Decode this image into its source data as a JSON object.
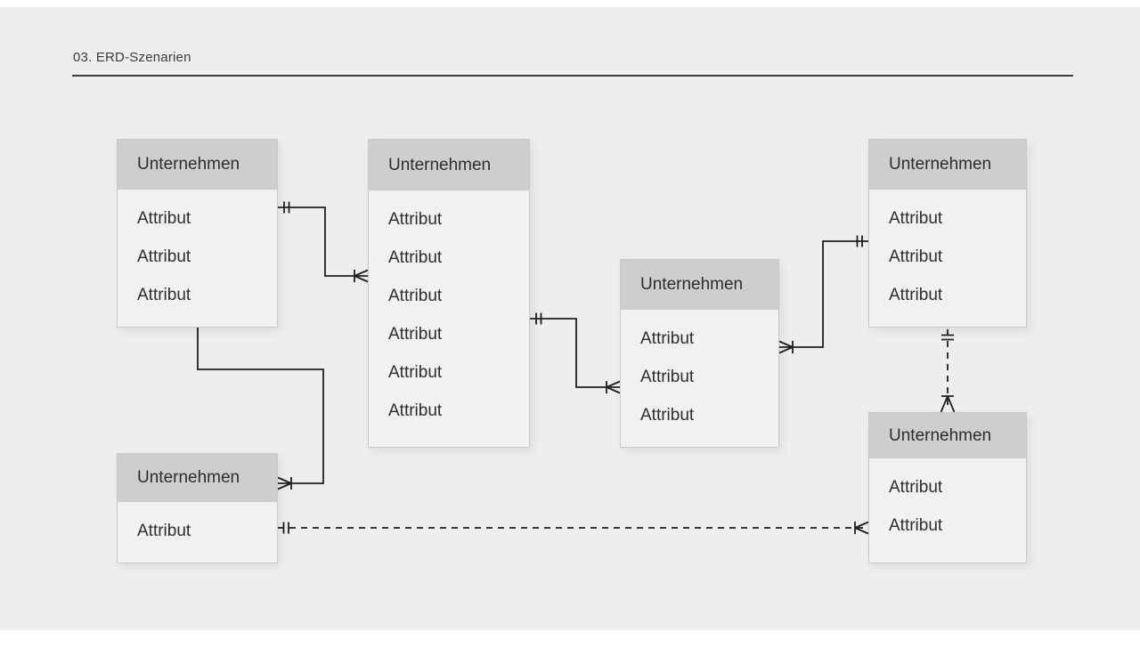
{
  "slide": {
    "title": "03. ERD-Szenarien"
  },
  "colors": {
    "page_background": "#eeeeee",
    "frame": "#ffffff",
    "entity_header_bg": "#cecece",
    "entity_body_bg": "#f1f1f1",
    "entity_border": "#c9c9c9",
    "connector_line": "#1f1f1f",
    "text": "#2d2d2d",
    "title_text": "#3a3a3a"
  },
  "entities": [
    {
      "name": "Unternehmen",
      "attributes": [
        "Attribut",
        "Attribut",
        "Attribut"
      ]
    },
    {
      "name": "Unternehmen",
      "attributes": [
        "Attribut",
        "Attribut",
        "Attribut",
        "Attribut",
        "Attribut",
        "Attribut"
      ]
    },
    {
      "name": "Unternehmen",
      "attributes": [
        "Attribut",
        "Attribut",
        "Attribut"
      ]
    },
    {
      "name": "Unternehmen",
      "attributes": [
        "Attribut",
        "Attribut",
        "Attribut"
      ]
    },
    {
      "name": "Unternehmen",
      "attributes": [
        "Attribut"
      ]
    },
    {
      "name": "Unternehmen",
      "attributes": [
        "Attribut",
        "Attribut"
      ]
    }
  ],
  "relationships": [
    {
      "from": "entity-1",
      "to": "entity-2",
      "from_end": "exactly-one",
      "to_end": "one-or-many",
      "line": "solid"
    },
    {
      "from": "entity-2",
      "to": "entity-3",
      "from_end": "exactly-one",
      "to_end": "one-or-many",
      "line": "solid"
    },
    {
      "from": "entity-4",
      "to": "entity-3",
      "from_end": "exactly-one",
      "to_end": "one-or-many",
      "line": "solid"
    },
    {
      "from": "entity-1",
      "to": "entity-5",
      "from_end": "plain",
      "to_end": "one-or-many",
      "line": "solid"
    },
    {
      "from": "entity-4",
      "to": "entity-6",
      "from_end": "exactly-one",
      "to_end": "one-or-many",
      "line": "dashed"
    },
    {
      "from": "entity-5",
      "to": "entity-6",
      "from_end": "exactly-one",
      "to_end": "one-or-many",
      "line": "dashed"
    }
  ]
}
